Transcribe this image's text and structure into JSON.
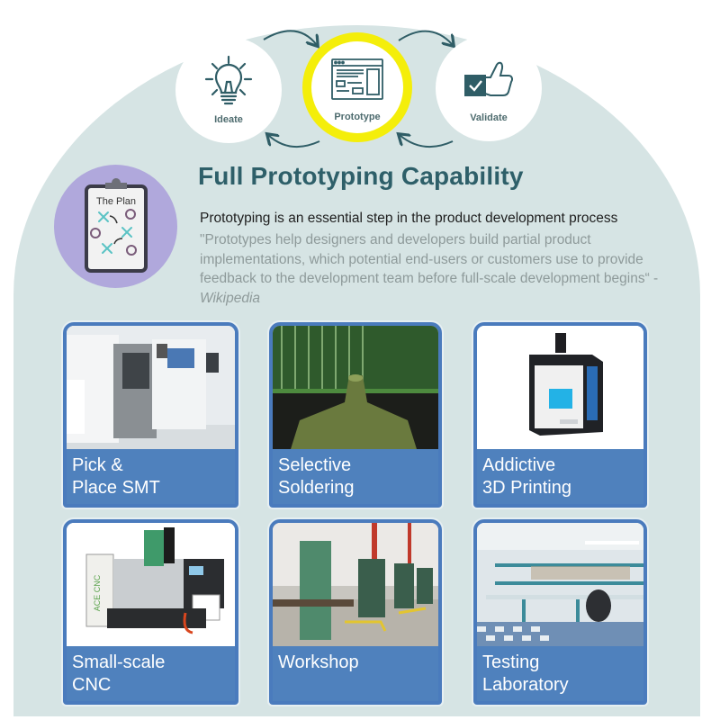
{
  "colors": {
    "background_shape": "#d6e4e4",
    "accent_yellow": "#f4ee0a",
    "title_teal": "#2e5f69",
    "card_blue": "#4f81bd",
    "plan_purple": "#b0a8dc",
    "icon_teal": "#2f5d66"
  },
  "process_flow": {
    "steps": [
      {
        "label": "Ideate",
        "icon": "lightbulb-icon",
        "active": false
      },
      {
        "label": "Prototype",
        "icon": "wireframe-window-icon",
        "active": true
      },
      {
        "label": "Validate",
        "icon": "checkbox-thumbs-up-icon",
        "active": false
      }
    ],
    "arrows": [
      "ideate-to-prototype",
      "prototype-to-validate",
      "validate-to-prototype",
      "prototype-to-ideate"
    ]
  },
  "plan_badge": {
    "icon": "clipboard-plan-icon",
    "text": "The Plan"
  },
  "header": {
    "title": "Full Prototyping Capability",
    "lead": "Prototyping is an essential step in the product development process",
    "quote": "\"Prototypes help designers and developers build partial product implementations, which potential end-users or customers use to provide feedback to the development team before full-scale development begins“ - ",
    "quote_source": "Wikipedia"
  },
  "capabilities": [
    {
      "label": "Pick &\nPlace SMT",
      "image": "smt-machine-photo"
    },
    {
      "label": "Selective\nSoldering",
      "image": "soldering-nozzle-photo"
    },
    {
      "label": "Addictive\n3D Printing",
      "image": "3d-printer-photo"
    },
    {
      "label": "Small-scale\nCNC",
      "image": "cnc-machine-photo"
    },
    {
      "label": "Workshop",
      "image": "workshop-photo"
    },
    {
      "label": "Testing\nLaboratory",
      "image": "testing-lab-photo"
    }
  ]
}
